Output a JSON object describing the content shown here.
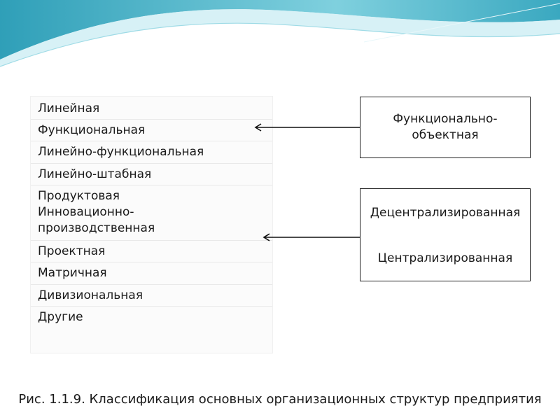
{
  "structures": [
    "Линейная",
    "Функциональная",
    "Линейно-функциональная",
    "Линейно-штабная",
    "Продуктовая",
    "Инновационно-производственная",
    "Проектная",
    "Матричная",
    "Дивизиональная",
    "Другие"
  ],
  "boxes": {
    "functional_object": "Функционально-объектная",
    "decentralized": "Децентрализированная",
    "centralized": "Централизированная"
  },
  "caption": "Рис. 1.1.9. Классификация основных организационных структур предприятия",
  "colors": {
    "banner_dark": "#4fb3c6",
    "banner_light": "#bfe7ef"
  }
}
